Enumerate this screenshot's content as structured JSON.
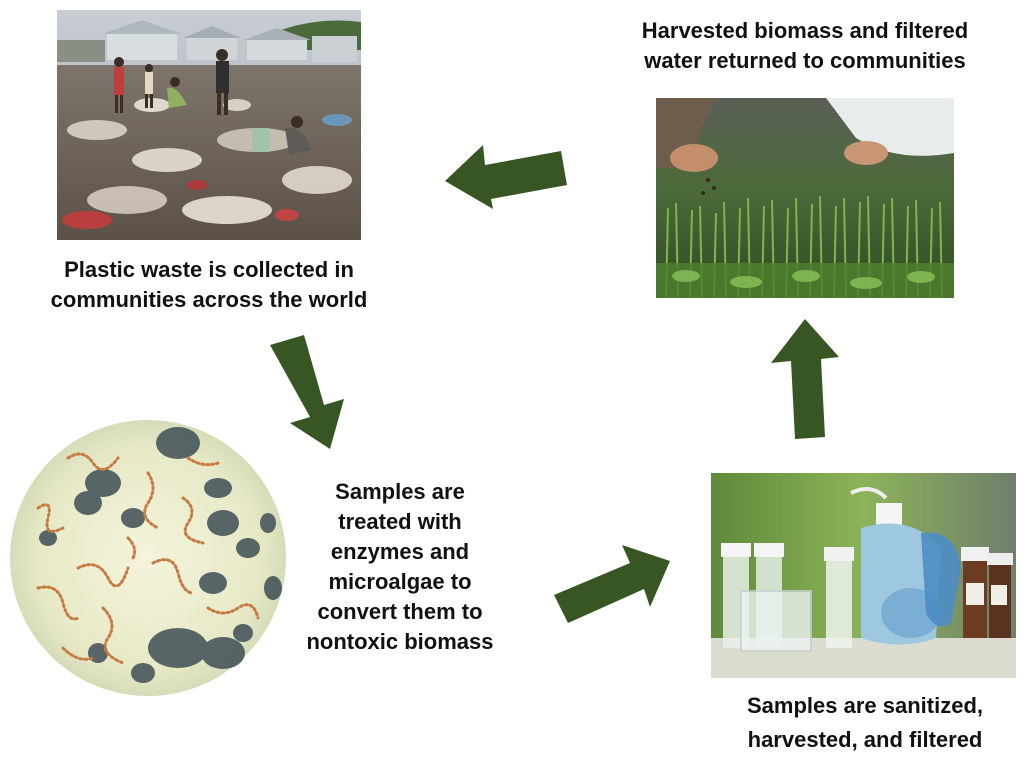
{
  "captions": {
    "step1": "Plastic waste is collected in\ncommunities across the world",
    "step2": "Samples are\ntreated with\nenzymes and\nmicroalgae to\nconvert them to\nnontoxic biomass",
    "step3": "Samples are sanitized,\nharvested, and filtered",
    "step4": "Harvested biomass and filtered\nwater returned to communities"
  },
  "colors": {
    "arrow": "#375623",
    "text": "#111111"
  },
  "images": {
    "step1": "plastic-waste-photo",
    "step2": "microalgae-microscope-photo",
    "step3": "lab-sample-bottles-photo",
    "step4": "seedlings-planting-photo"
  }
}
